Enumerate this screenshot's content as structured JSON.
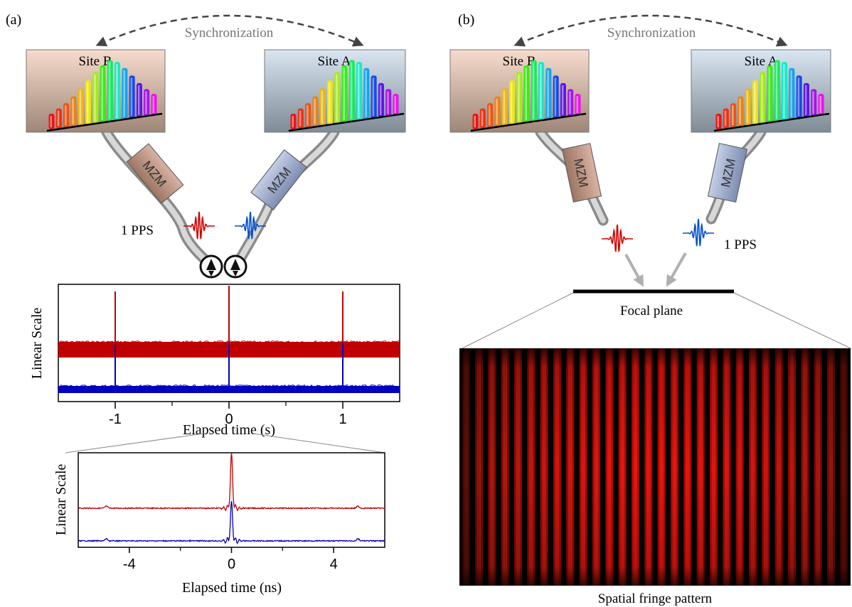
{
  "panel_a": {
    "label": "(a)",
    "sync_label": "Synchronization",
    "site_left": "Site B",
    "site_right": "Site A",
    "mzm_label": "MZM",
    "pps_label": "1 PPS",
    "colors": {
      "red": "#c00000",
      "blue": "#0000c0",
      "site_b_top": "#f3d8c8",
      "site_a_top": "#d6e4f0"
    }
  },
  "panel_b": {
    "label": "(b)",
    "sync_label": "Synchronization",
    "site_left": "Site B",
    "site_right": "Site A",
    "mzm_label": "MZM",
    "pps_label": "1 PPS",
    "focal_plane_label": "Focal plane",
    "fringe_label": "Spatial fringe pattern"
  },
  "chart_data": [
    {
      "type": "line",
      "xlabel": "Elapsed time (s)",
      "ylabel": "Linear Scale",
      "xlim": [
        -1.5,
        1.5
      ],
      "x_ticks": [
        "-1",
        "0",
        "1"
      ],
      "series": [
        {
          "color": "#c00000",
          "pulse_times": [
            -1,
            0,
            1
          ],
          "baseline": "noisy band"
        },
        {
          "color": "#0000c0",
          "pulse_times": [
            -1,
            0,
            1
          ],
          "baseline": "noisy band"
        }
      ]
    },
    {
      "type": "line",
      "xlabel": "Elapsed time (ns)",
      "ylabel": "Linear Scale",
      "xlim": [
        -6,
        6
      ],
      "x_ticks": [
        "-4",
        "0",
        "4"
      ],
      "series": [
        {
          "color": "#c00000",
          "peak_time": 0
        },
        {
          "color": "#0000c0",
          "peak_time": 0
        }
      ]
    }
  ]
}
